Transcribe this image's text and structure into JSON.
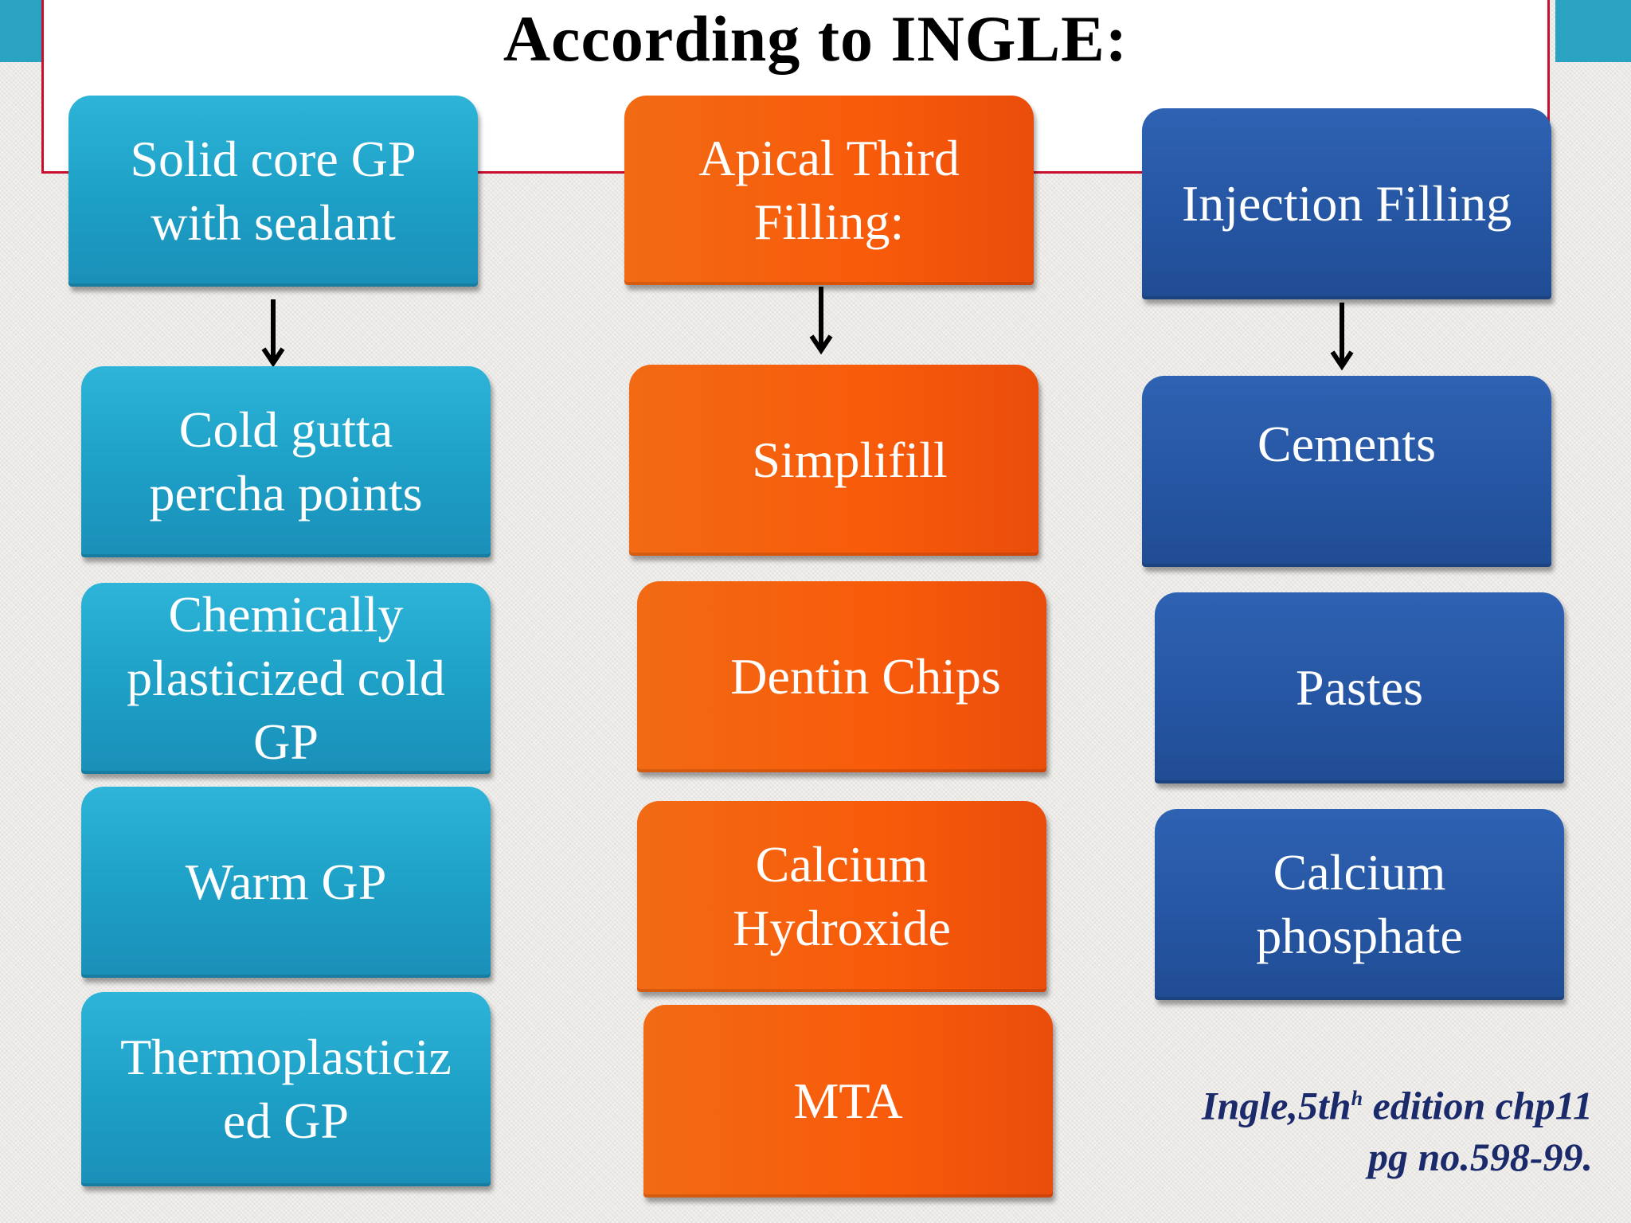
{
  "title": "According to INGLE:",
  "columns": [
    {
      "header": [
        "Solid core GP",
        "with sealant"
      ],
      "items": [
        [
          "Cold gutta",
          "percha points"
        ],
        [
          "Chemically",
          "plasticized cold",
          "GP"
        ],
        [
          "Warm GP"
        ],
        [
          "Thermoplasticiz",
          "ed GP"
        ]
      ]
    },
    {
      "header": [
        "Apical Third",
        "Filling:"
      ],
      "items": [
        [
          "Simplifill"
        ],
        [
          "Dentin Chips"
        ],
        [
          "Calcium",
          "Hydroxide"
        ],
        [
          "MTA"
        ]
      ]
    },
    {
      "header": [
        "Injection Filling"
      ],
      "items": [
        [
          "Cements"
        ],
        [
          "Pastes"
        ],
        [
          "Calcium",
          "phosphate"
        ]
      ]
    }
  ],
  "citation": {
    "line1_a": "Ingle,5th",
    "line1_sup": "h",
    "line1_b": " edition chp11",
    "line2": "pg no.598-99."
  },
  "colors": {
    "teal": "#1d9fc6",
    "orange": "#f85b0a",
    "blue": "#2555a2",
    "title_frame": "#c8102e",
    "citation": "#1b2a6b"
  }
}
